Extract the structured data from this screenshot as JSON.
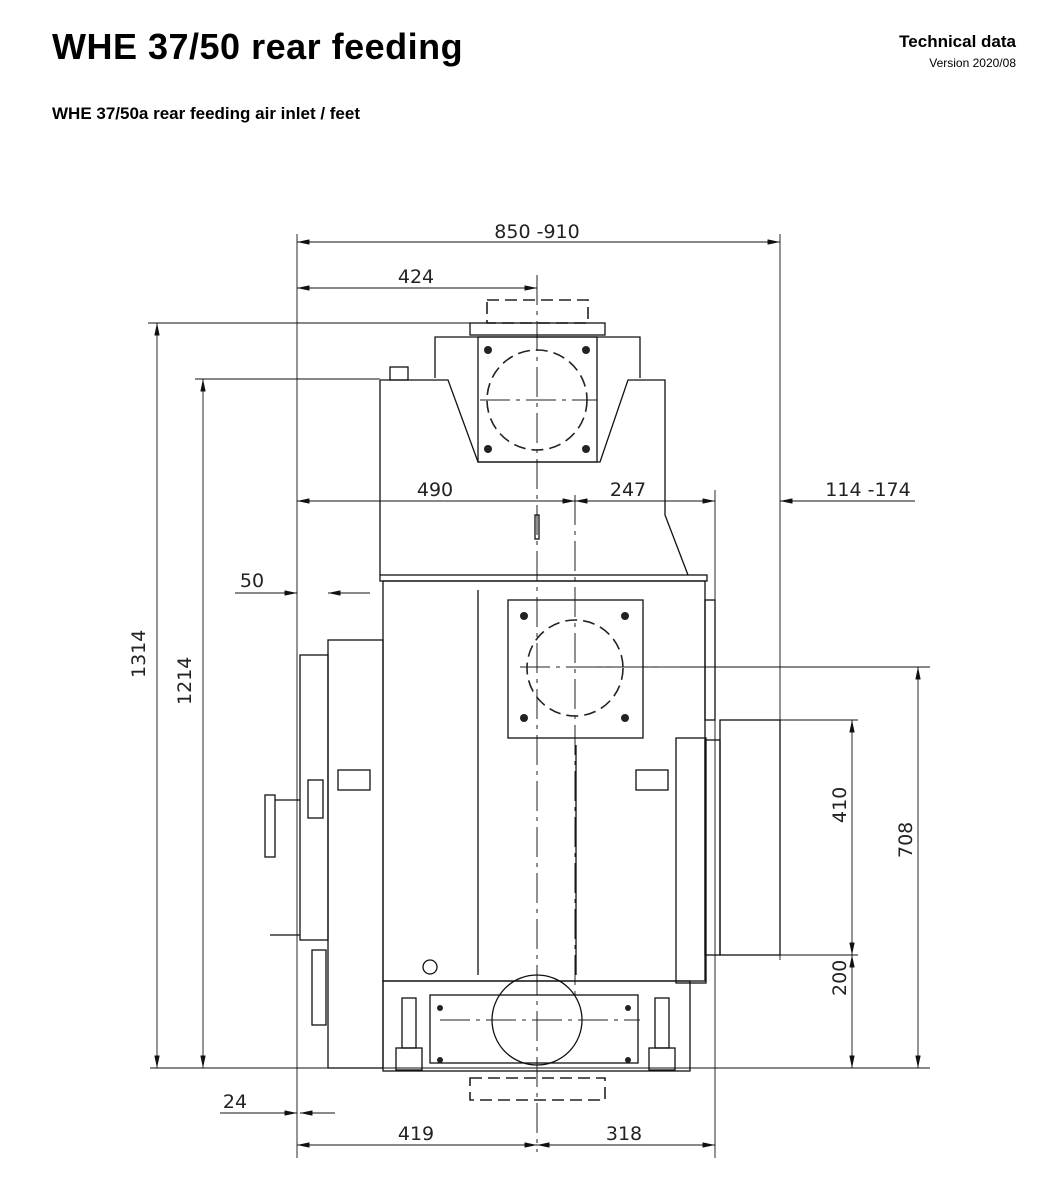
{
  "header": {
    "title": "WHE 37/50 rear feeding",
    "subtitle": "WHE 37/50a rear feeding air inlet / feet",
    "doc_type": "Technical data",
    "version": "Version 2020/08"
  },
  "dimensions": {
    "overall_width": "850 -910",
    "inlet_offset": "424",
    "left_to_center": "490",
    "center_to_right": "247",
    "rear_offset": "114 -174",
    "side_offset": "50",
    "foot_offset": "24",
    "bottom_left": "419",
    "bottom_right": "318",
    "height_total": "1314",
    "height_body": "1214",
    "box_height": "410",
    "box_base": "200",
    "inlet_height": "708"
  }
}
